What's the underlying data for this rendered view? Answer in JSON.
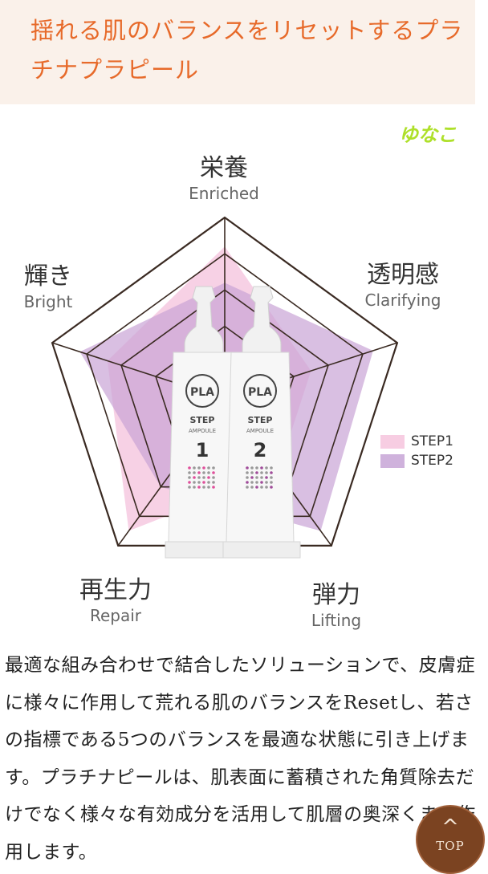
{
  "header": {
    "title": "揺れる肌のバランスをリセットするプラチナプラピール"
  },
  "author": "ゆなこ",
  "chart_data": {
    "type": "radar",
    "axes": [
      {
        "ja": "栄養",
        "en": "Enriched"
      },
      {
        "ja": "透明感",
        "en": "Clarifying"
      },
      {
        "ja": "弾力",
        "en": "Lifting"
      },
      {
        "ja": "再生力",
        "en": "Repair"
      },
      {
        "ja": "輝き",
        "en": "Bright"
      }
    ],
    "max": 5,
    "series": [
      {
        "name": "STEP1",
        "color": "#f4c2dc",
        "values": [
          4.2,
          2.5,
          2.5,
          4.5,
          3.4
        ]
      },
      {
        "name": "STEP2",
        "color": "#c9a4d6",
        "values": [
          3.2,
          4.3,
          4.5,
          3.0,
          4.2
        ]
      }
    ],
    "legend": "right"
  },
  "product": {
    "step1": {
      "brand": "PLA",
      "label": "STEP",
      "number": "1",
      "sub": "AMPOULE"
    },
    "step2": {
      "brand": "PLA",
      "label": "STEP",
      "number": "2",
      "sub": "AMPOULE"
    }
  },
  "body": {
    "text": "最適な組み合わせで結合したソリューションで、皮膚症に様々に作用して荒れる肌のバランスをResetし、若さの指標である5つのバランスを最適な状態に引き上げます。プラチナピールは、肌表面に蓄積された角質除去だけでなく様々な有効成分を活用して肌層の奥深くまで作用します。"
  },
  "top_button": {
    "arrow": "^",
    "label": "TOP"
  }
}
